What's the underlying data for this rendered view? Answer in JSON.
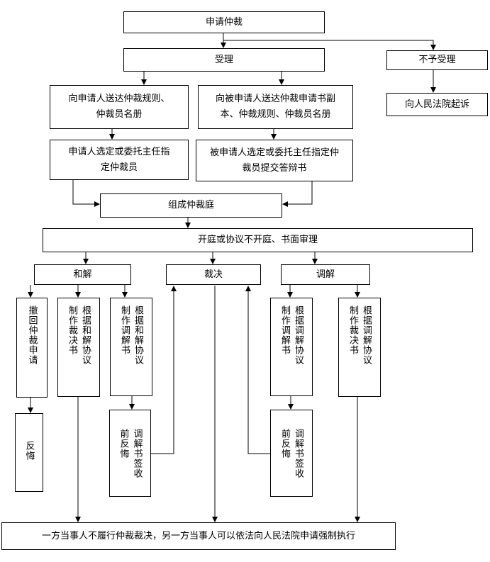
{
  "nodes": {
    "apply": "申请仲裁",
    "accept": "受理",
    "reject": "不予受理",
    "sue": "向人民法院起诉",
    "send_applicant": [
      "向申请人送达仲裁规则、",
      "仲裁员名册"
    ],
    "send_respondent": [
      "向被申请人送达仲裁申请书副",
      "本、仲裁规则、仲裁员名册"
    ],
    "applicant_choose": [
      "申请人选定或委托主任指",
      "定仲裁员"
    ],
    "respondent_choose": [
      "被申请人选定或委托主任指定仲",
      "裁员提交答辩书"
    ],
    "form_tribunal": "组成仲裁庭",
    "hearing": "开庭或协议不开庭、书面审理",
    "settle": "和解",
    "award": "裁决",
    "mediate": "调解",
    "withdraw": [
      "撤回仲裁申请"
    ],
    "repent": [
      "反悔"
    ],
    "settle_award": [
      "根据和解协议",
      "制作裁决书"
    ],
    "settle_mediation": [
      "根据和解协议",
      "制作调解书"
    ],
    "settle_repent": [
      "调解书签收",
      "前反悔"
    ],
    "mediation_doc": [
      "根据调解协议",
      "制作调解书"
    ],
    "mediation_repent": [
      "调解书签收",
      "前反悔"
    ],
    "mediation_award": [
      "根据调解协议",
      "制作裁决书"
    ],
    "enforce": "一方当事人不履行仲裁裁决，另一方当事人可以依法向人民法院申请强制执行"
  }
}
